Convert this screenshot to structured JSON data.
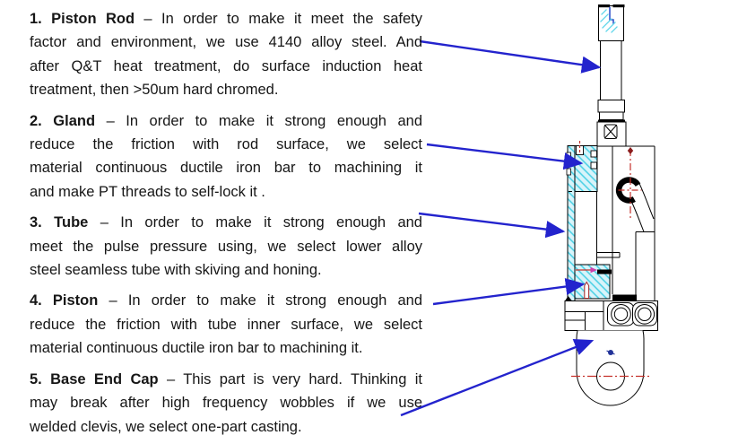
{
  "document": {
    "type": "annotated engineering slide",
    "paragraphs": [
      {
        "label": "1. Piston Rod",
        "lines": [
          "– In order to make it meet the safety",
          "factor and environment, we use 4140 alloy steel. And",
          "after Q&T heat treatment, do surface induction heat",
          "treatment, then >50um hard chromed."
        ]
      },
      {
        "label": "2. Gland",
        "lines": [
          "– In order to make it strong enough and",
          "reduce the friction with rod surface, we select",
          "material continuous ductile iron bar to machining it",
          "and make PT threads to self-lock it ."
        ]
      },
      {
        "label": "3. Tube",
        "lines": [
          "– In order to make it strong enough and",
          "meet the pulse pressure using, we select lower alloy",
          "steel seamless tube with skiving and honing."
        ]
      },
      {
        "label": "4. Piston",
        "lines": [
          "– In order to make it strong enough and",
          "reduce the friction with tube inner surface, we select",
          "material continuous ductile iron bar to machining it."
        ]
      },
      {
        "label": "5. Base End Cap",
        "lines": [
          "– This part is very hard. Thinking it",
          "may break after high frequency wobbles if we use",
          "welded clevis, we select one-part casting."
        ]
      }
    ]
  },
  "diagram": {
    "subject": "hydraulic cylinder cross-section drawing",
    "parts": [
      "Piston Rod",
      "Gland",
      "Tube",
      "Piston",
      "Base End Cap"
    ],
    "colors": {
      "outline": "#000000",
      "hatch_fill": "#d8f4fa",
      "hatch_line": "#45cfe4",
      "arrow_blue": "#2323cd",
      "centerline_red": "#c5312b",
      "detail_magenta": "#cc3fae",
      "detail_navy": "#223399"
    }
  }
}
